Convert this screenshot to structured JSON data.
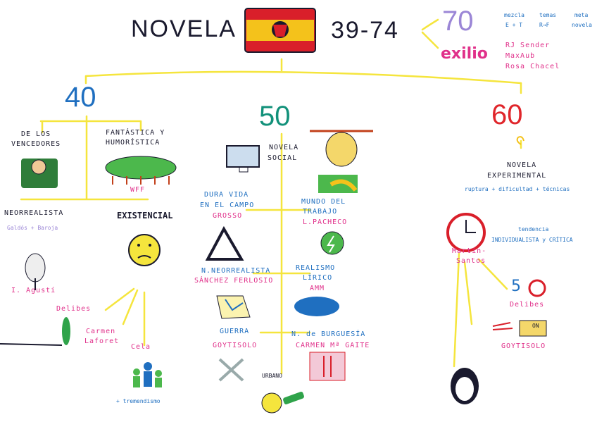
{
  "header": {
    "title": "NOVELA",
    "years": "39-74",
    "decade70": "70",
    "mezcla": "mezcla",
    "et": "E + T",
    "temas": "temas",
    "rf": "R→F",
    "meta": "meta",
    "novela": "novela",
    "exilio": "exilio",
    "authors": [
      "RJ Sender",
      "MaxAub",
      "Rosa Chacel"
    ]
  },
  "d40": {
    "year": "40",
    "vencedores": [
      "DE LOS",
      "VENCEDORES"
    ],
    "fantastica": [
      "FANTÁSTICA Y",
      "HUMORÍSTICA"
    ],
    "wff": "WFF",
    "neorrealista": "NEORREALISTA",
    "galdos": "Galdós + Baroja",
    "existencial": "EXISTENCIAL",
    "agusti": "I. Agustí",
    "delibes": "Delibes",
    "carmen": [
      "Carmen",
      "Laforet"
    ],
    "cela": "Cela",
    "tremendismo": "+ tremendismo"
  },
  "d50": {
    "year": "50",
    "novela_social": [
      "NOVELA",
      "SOCIAL"
    ],
    "dura": [
      "DURA VIDA",
      "EN EL CAMPO"
    ],
    "grosso": "GROSSO",
    "mundo": [
      "MUNDO DEL",
      "TRABAJO"
    ],
    "pacheco": "L.PACHECO",
    "neorrealista": "N.NEORREALISTA",
    "ferlosio": "SÁNCHEZ FERLOSIO",
    "realismo": [
      "REALISMO",
      "LÍRICO"
    ],
    "amm": "AMM",
    "guerra": "GUERRA",
    "goytisolo": "GOYTISOLO",
    "burguesia": "N. de BURGUESÍA",
    "gaite": "CARMEN Mª GAITE",
    "urbano": "URBANO"
  },
  "d60": {
    "year": "60",
    "experimental": [
      "NOVELA",
      "EXPERIMENTAL"
    ],
    "ruptura": "ruptura + dificultad + técnicas",
    "tendencia": "tendencia",
    "individualista": "INDIVIDUALISTA y CRÍTICA",
    "martin": [
      "Martín-",
      "Santos"
    ],
    "delibes50": "5",
    "delibes": "Delibes",
    "goytisolo": "GOYTISOLO",
    "on": "ON"
  },
  "colors": {
    "yellow": "#f5e53d",
    "blue": "#1f6fc0",
    "green": "#12917a",
    "red": "#e0262b",
    "pink": "#e0308a",
    "purple": "#9b86d6",
    "dark": "#1a1a2e",
    "spain_red": "#d91f2a",
    "spain_yellow": "#f4c21b"
  }
}
